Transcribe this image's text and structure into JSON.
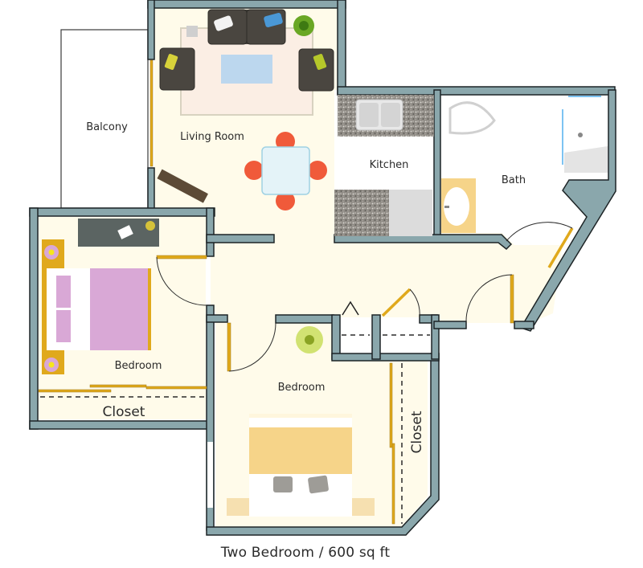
{
  "plan": {
    "title": "Two Bedroom / 600 sq ft",
    "colors": {
      "wall": "#8aa7ac",
      "wall_outline": "#1d2426",
      "floor": "#fffbea",
      "door": "#e0a91c",
      "sofa": "#4a4640",
      "dining_chair": "#f05a3a",
      "bedspread_left": "#d9a8d6",
      "bedspread_right": "#f6d489",
      "countertop": "#8e8a84"
    },
    "rooms": [
      {
        "id": "balcony",
        "label": "Balcony"
      },
      {
        "id": "living-room",
        "label": "Living Room"
      },
      {
        "id": "kitchen",
        "label": "Kitchen"
      },
      {
        "id": "bath",
        "label": "Bath"
      },
      {
        "id": "bedroom-1",
        "label": "Bedroom"
      },
      {
        "id": "closet-1",
        "label": "Closet"
      },
      {
        "id": "bedroom-2",
        "label": "Bedroom"
      },
      {
        "id": "closet-2",
        "label": "Closet"
      }
    ]
  }
}
